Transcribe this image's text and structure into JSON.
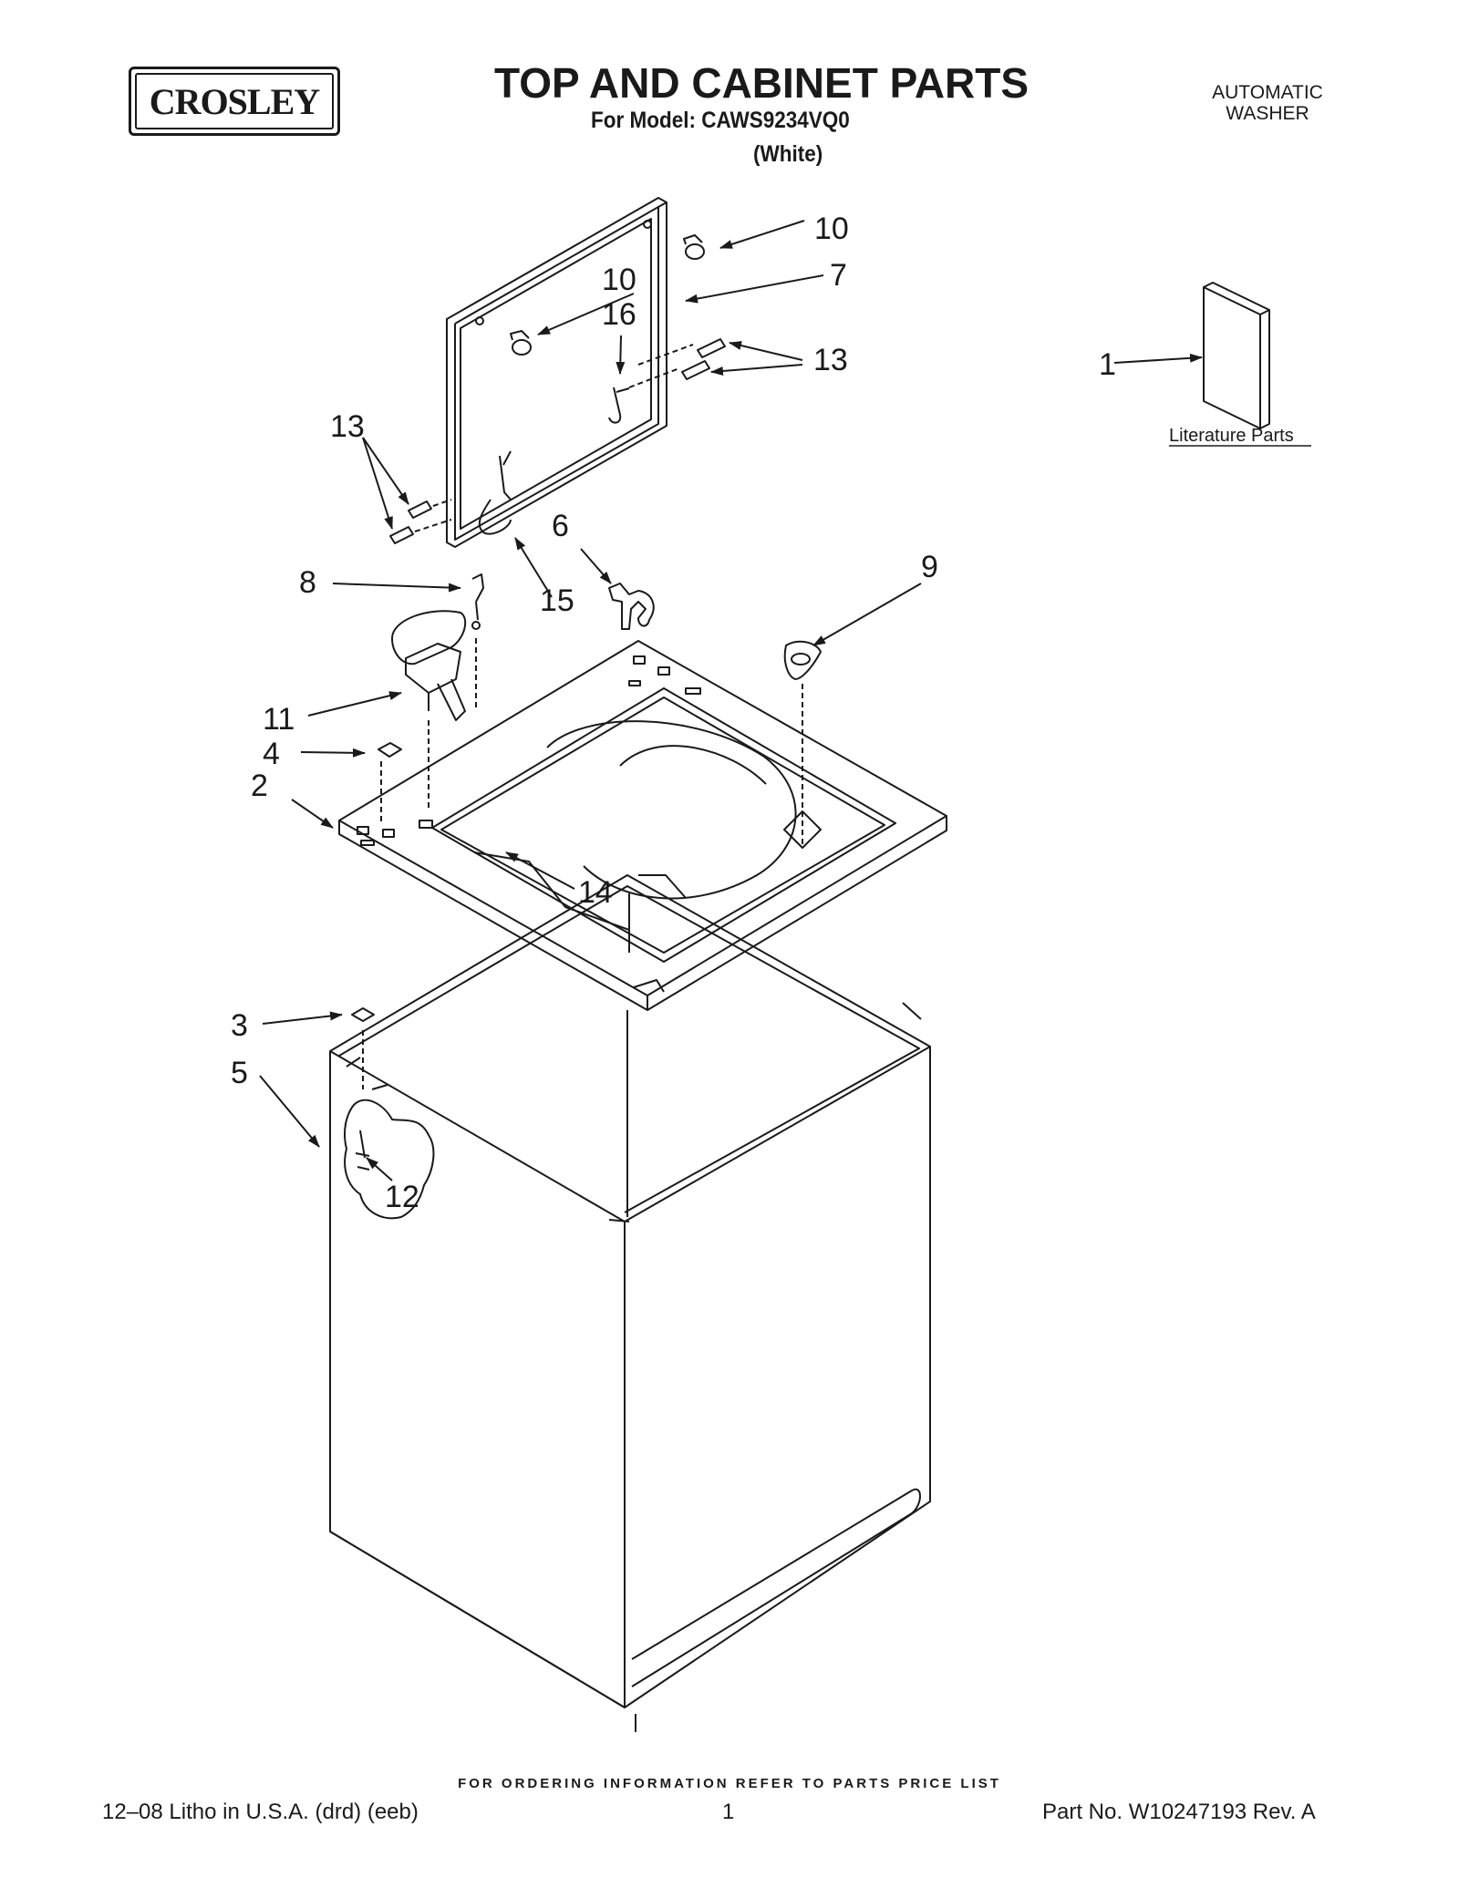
{
  "header": {
    "brand": "CROSLEY",
    "title": "TOP AND CABINET PARTS",
    "model_line": "For Model: CAWS9234VQ0",
    "color_line": "(White)",
    "product_type_line1": "AUTOMATIC",
    "product_type_line2": "WASHER"
  },
  "callouts": {
    "c1": "1",
    "c2": "2",
    "c3": "3",
    "c4": "4",
    "c5": "5",
    "c6": "6",
    "c7": "7",
    "c8": "8",
    "c9": "9",
    "c10a": "10",
    "c10b": "10",
    "c11": "11",
    "c12": "12",
    "c13a": "13",
    "c13b": "13",
    "c14": "14",
    "c15": "15",
    "c16": "16"
  },
  "literature_label": "Literature Parts",
  "footer": {
    "ordering_note": "FOR ORDERING INFORMATION REFER TO PARTS PRICE LIST",
    "litho": "12–08 Litho in U.S.A. (drd) (eeb)",
    "page_number": "1",
    "part_number": "Part No. W10247193 Rev. A"
  }
}
